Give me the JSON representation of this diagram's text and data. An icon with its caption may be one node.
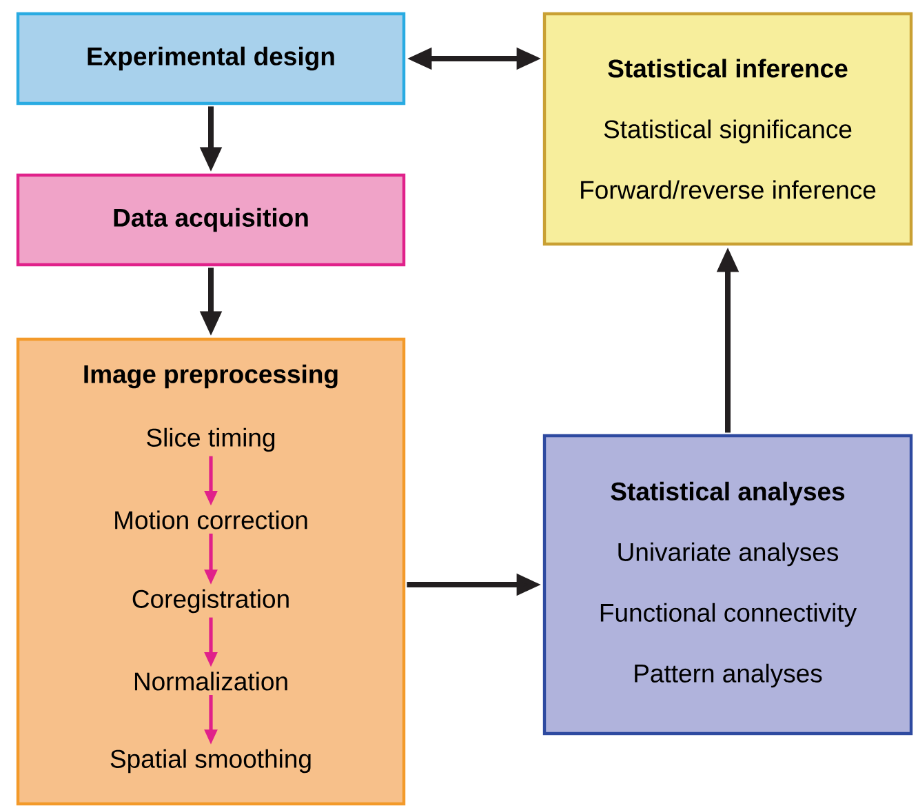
{
  "diagram": {
    "nodes": [
      {
        "text": [
          "Experimental design"
        ]
      },
      {
        "text": [
          "Statistical inference",
          "Statistical significance",
          "Forward/reverse inference"
        ]
      },
      {
        "text": [
          "Data acquisition"
        ]
      },
      {
        "text": [
          "Image preprocessing"
        ]
      },
      {
        "text": [
          "Slice timing"
        ],
        "in": 3
      },
      {
        "text": [
          "Motion correction"
        ],
        "in": 3
      },
      {
        "text": [
          "Coregistration"
        ],
        "in": 3
      },
      {
        "text": [
          "Normalization"
        ],
        "in": 3
      },
      {
        "text": [
          "Spatial smoothing"
        ],
        "in": 3
      },
      {
        "text": [
          "Statistical analyses",
          "Univariate analyses",
          "Functional connectivity",
          "Pattern analyses"
        ]
      }
    ],
    "edges": [
      {
        "from": 0,
        "to": 1,
        "arrow": "both"
      },
      {
        "from": 0,
        "to": 2,
        "arrow": "to"
      },
      {
        "from": 2,
        "to": 3,
        "arrow": "to"
      },
      {
        "from": 4,
        "to": 5,
        "arrow": "to",
        "color": "#e0218a"
      },
      {
        "from": 5,
        "to": 6,
        "arrow": "to",
        "color": "#e0218a"
      },
      {
        "from": 6,
        "to": 7,
        "arrow": "to",
        "color": "#e0218a"
      },
      {
        "from": 7,
        "to": 8,
        "arrow": "to",
        "color": "#e0218a"
      },
      {
        "from": 3,
        "to": 9,
        "arrow": "to"
      },
      {
        "from": 9,
        "to": 1,
        "arrow": "to"
      }
    ]
  }
}
